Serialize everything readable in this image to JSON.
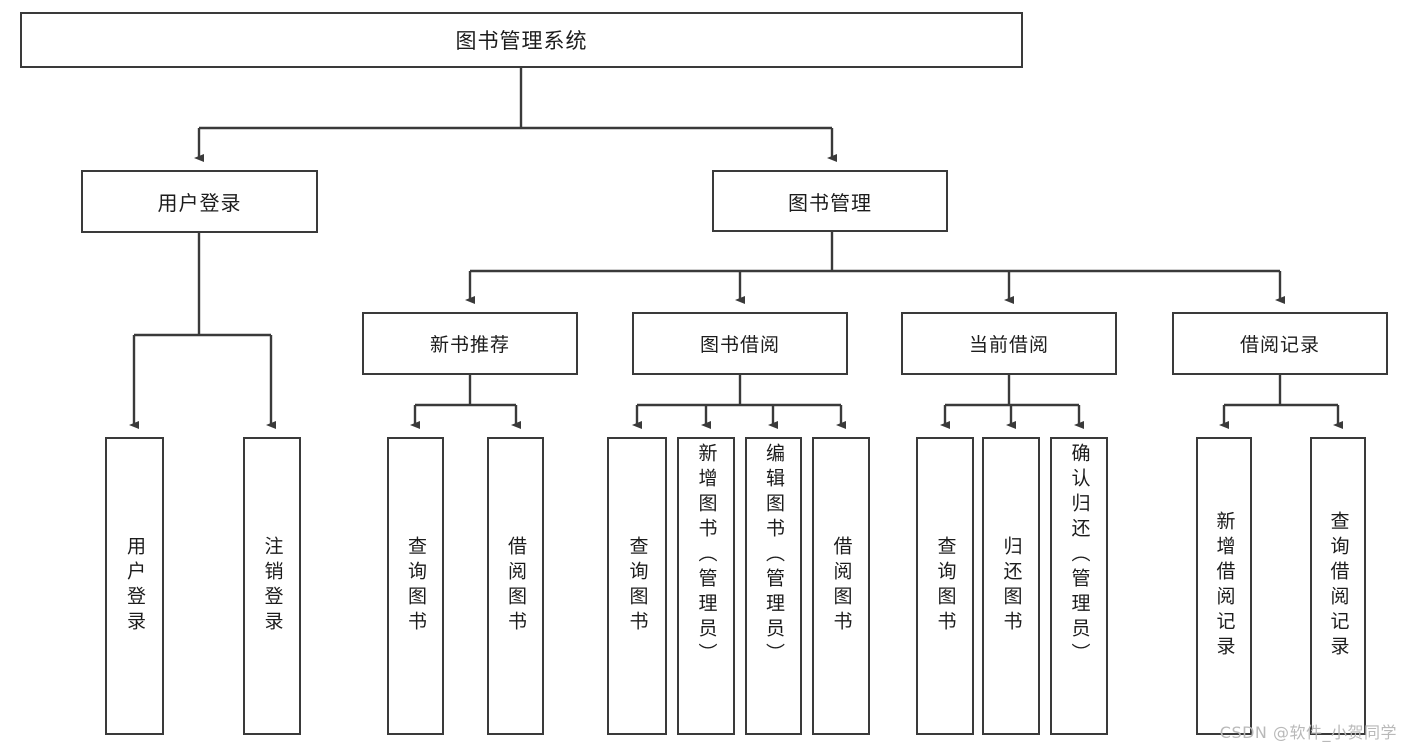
{
  "diagram": {
    "title": "图书管理系统",
    "type": "tree-hierarchy",
    "watermark": "CSDN @软件_小贺同学",
    "colors": {
      "border": "#3a3a3a",
      "background": "#ffffff",
      "text": "#1c1c1c",
      "watermark": "#b9b9b9"
    }
  },
  "nodes": {
    "root": {
      "label": "图书管理系统"
    },
    "level2": [
      {
        "id": "user-login",
        "label": "用户登录"
      },
      {
        "id": "book-management",
        "label": "图书管理"
      }
    ],
    "level3": [
      {
        "id": "new-book-recommend",
        "label": "新书推荐"
      },
      {
        "id": "book-borrow",
        "label": "图书借阅"
      },
      {
        "id": "current-borrow",
        "label": "当前借阅"
      },
      {
        "id": "borrow-record",
        "label": "借阅记录"
      }
    ],
    "leaves": {
      "user-login": [
        {
          "id": "leaf-user-login",
          "label": "用户登录"
        },
        {
          "id": "leaf-logout-login",
          "label": "注销登录"
        }
      ],
      "new-book-recommend": [
        {
          "id": "leaf-query-book-1",
          "label": "查询图书"
        },
        {
          "id": "leaf-borrow-book-1",
          "label": "借阅图书"
        }
      ],
      "book-borrow": [
        {
          "id": "leaf-query-book-2",
          "label": "查询图书"
        },
        {
          "id": "leaf-add-book",
          "label": "新增图书（管理员）"
        },
        {
          "id": "leaf-edit-book",
          "label": "编辑图书（管理员）"
        },
        {
          "id": "leaf-borrow-book-2",
          "label": "借阅图书"
        }
      ],
      "current-borrow": [
        {
          "id": "leaf-query-book-3",
          "label": "查询图书"
        },
        {
          "id": "leaf-return-book",
          "label": "归还图书"
        },
        {
          "id": "leaf-confirm-return",
          "label": "确认归还（管理员）"
        }
      ],
      "borrow-record": [
        {
          "id": "leaf-add-record",
          "label": "新增借阅记录"
        },
        {
          "id": "leaf-query-record",
          "label": "查询借阅记录"
        }
      ]
    }
  }
}
